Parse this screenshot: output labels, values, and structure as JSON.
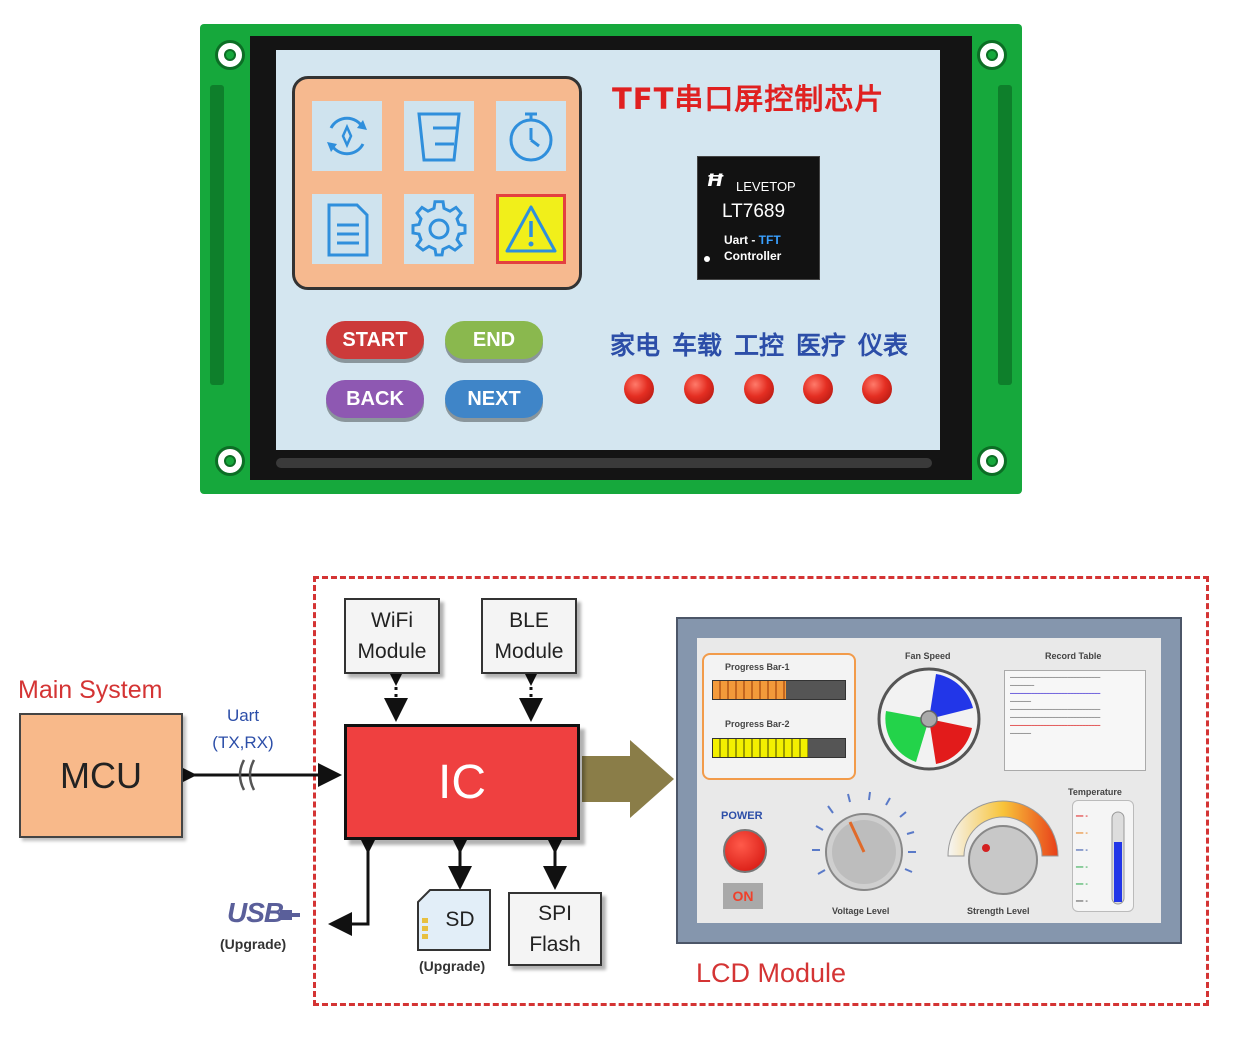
{
  "display": {
    "title": "TFT串口屏控制芯片",
    "chip": {
      "brand": "LEVETOP",
      "model": "LT7689",
      "uart_prefix": "Uart - ",
      "uart_tft": "TFT",
      "controller": "Controller"
    },
    "icons": [
      "refresh-icon",
      "cup-icon",
      "timer-icon",
      "document-icon",
      "gear-icon",
      "warning-icon"
    ],
    "buttons": {
      "start": "START",
      "end": "END",
      "back": "BACK",
      "next": "NEXT"
    },
    "categories": [
      "家电",
      "车载",
      "工控",
      "医疗",
      "仪表"
    ]
  },
  "diagram": {
    "main_system_label": "Main System",
    "mcu_label": "MCU",
    "uart_label_1": "Uart",
    "uart_label_2": "(TX,RX)",
    "ic_label": "IC",
    "wifi_line1": "WiFi",
    "wifi_line2": "Module",
    "ble_line1": "BLE",
    "ble_line2": "Module",
    "sd_label": "SD",
    "spi_line1": "SPI",
    "spi_line2": "Flash",
    "usb_label": "USB",
    "usb_upgrade": "(Upgrade)",
    "sd_upgrade": "(Upgrade)",
    "lcd_module_label": "LCD Module",
    "colors": {
      "accent_red": "#d43434",
      "ic_fill": "#ef4040",
      "mcu_fill": "#f8b98a",
      "arrow": "#8a7d48"
    }
  },
  "lcd_module": {
    "progress_bar_1_label": "Progress Bar-1",
    "progress_bar_1_level": 0.55,
    "progress_bar_2_label": "Progress Bar-2",
    "progress_bar_2_level": 0.72,
    "fan_speed_label": "Fan Speed",
    "record_table_label": "Record Table",
    "power_label": "POWER",
    "on_label": "ON",
    "voltage_level_label": "Voltage Level",
    "strength_level_label": "Strength Level",
    "temperature_label": "Temperature"
  }
}
